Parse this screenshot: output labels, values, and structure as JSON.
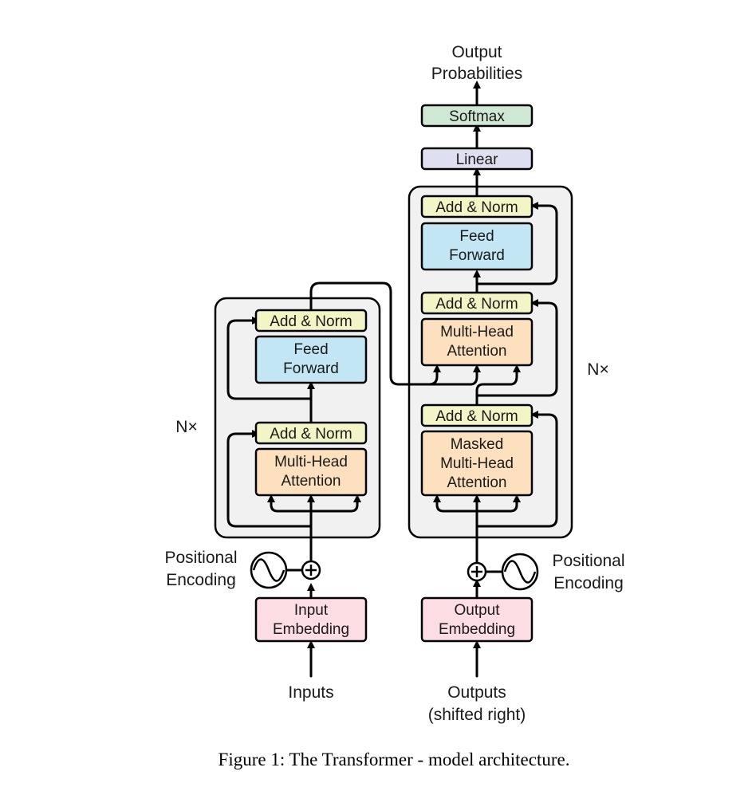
{
  "colors": {
    "add_norm": "#f4f5c6",
    "feed_forward": "#c3e6f5",
    "attention": "#fde1bf",
    "embedding": "#fbdde3",
    "linear": "#dedff0",
    "softmax": "#cfe8d4",
    "stack_bg": "#f1f1f1"
  },
  "labels": {
    "output_probabilities": [
      "Output",
      "Probabilities"
    ],
    "softmax": "Softmax",
    "linear": "Linear",
    "add_norm": "Add & Norm",
    "feed_forward": [
      "Feed",
      "Forward"
    ],
    "multi_head_attention": [
      "Multi-Head",
      "Attention"
    ],
    "masked_multi_head_attention": [
      "Masked",
      "Multi-Head",
      "Attention"
    ],
    "input_embedding": [
      "Input",
      "Embedding"
    ],
    "output_embedding": [
      "Output",
      "Embedding"
    ],
    "positional_encoding": [
      "Positional",
      "Encoding"
    ],
    "nx": "N×",
    "inputs": "Inputs",
    "outputs": [
      "Outputs",
      "(shifted right)"
    ]
  },
  "caption": "Figure 1: The Transformer - model architecture."
}
